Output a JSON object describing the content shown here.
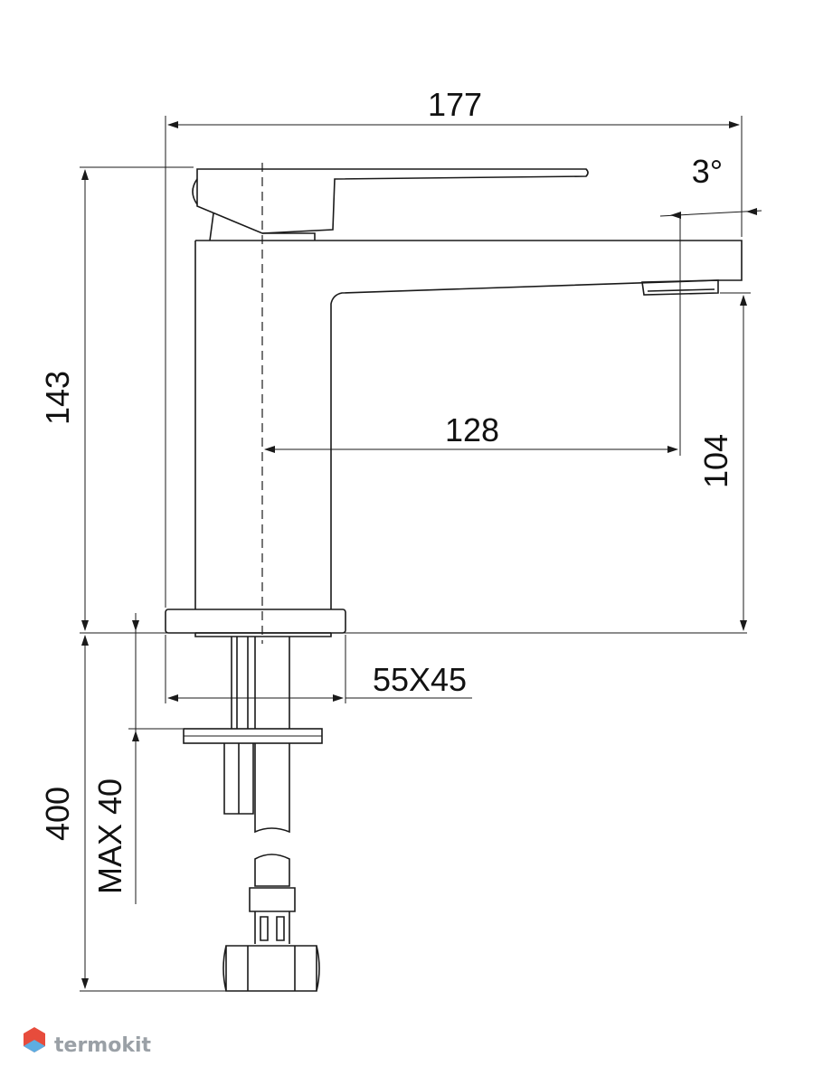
{
  "dimensions": {
    "total_length": "177",
    "total_height": "143",
    "reach": "128",
    "spout_height": "104",
    "spout_angle": "3°",
    "hole_size": "55X45",
    "max_deck": "MAX 40",
    "hose_length": "400"
  },
  "brand": {
    "name": "termokit",
    "logo_colors": [
      "#e74c3c",
      "#5dade2"
    ]
  }
}
